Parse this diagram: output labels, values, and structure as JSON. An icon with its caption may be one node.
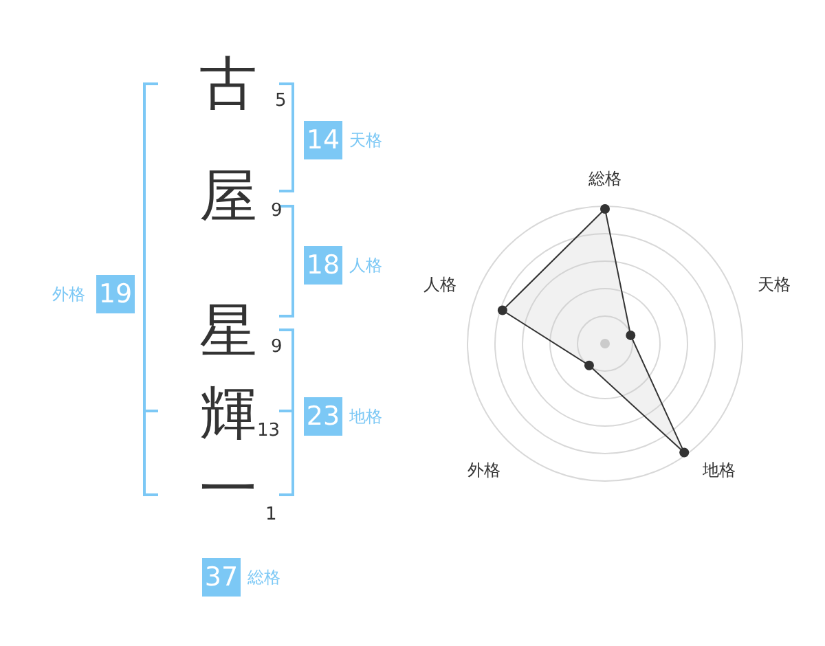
{
  "diagram": {
    "nodes": [
      {
        "text": [
          "14"
        ],
        "beside": [
          "天格"
        ]
      },
      {
        "text": [
          "19"
        ],
        "beside": [
          "外格"
        ]
      },
      {
        "text": [
          "18"
        ],
        "beside": [
          "人格"
        ]
      },
      {
        "text": [
          "23"
        ],
        "beside": [
          "地格"
        ]
      },
      {
        "text": [
          "37"
        ],
        "beside": [
          "総格"
        ]
      }
    ],
    "labels": [
      "古",
      "5",
      "屋",
      "9",
      "星",
      "9",
      "輝",
      "13",
      "一",
      "1",
      "総格",
      "人格",
      "天格",
      "外格",
      "地格"
    ]
  }
}
